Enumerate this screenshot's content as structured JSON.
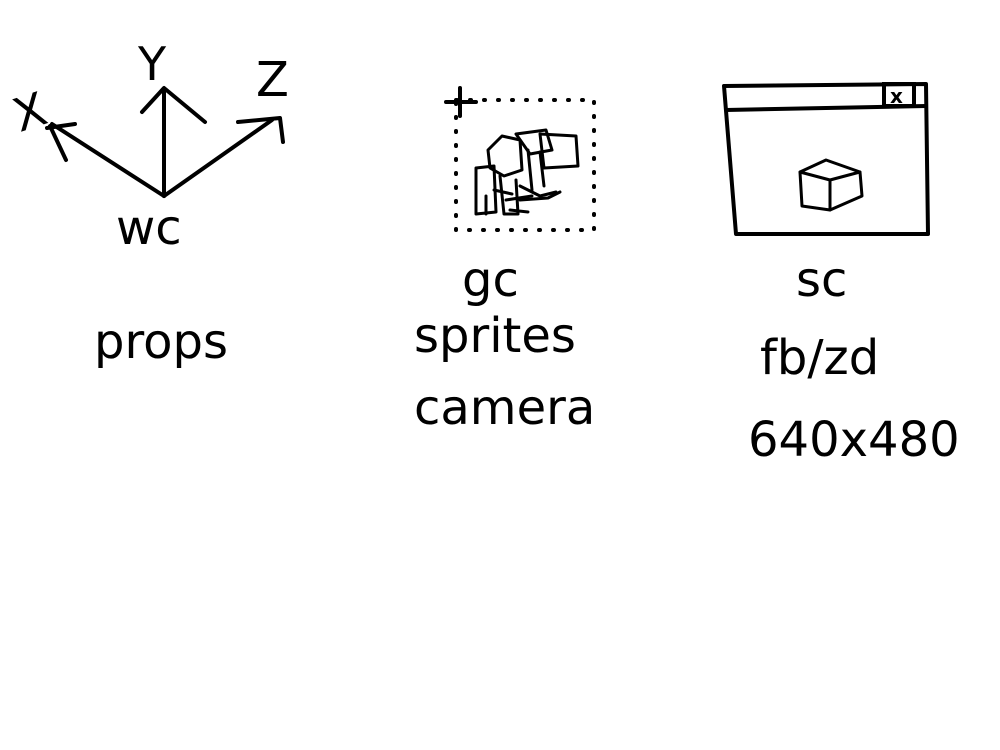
{
  "world": {
    "axis_x": "X",
    "axis_y": "Y",
    "axis_z": "Z",
    "code": "wc",
    "items": [
      "props"
    ]
  },
  "game": {
    "code": "gc",
    "items": [
      "sprites",
      "camera"
    ]
  },
  "screen": {
    "code": "sc",
    "items": [
      "fb/zd",
      "640x480"
    ],
    "close_glyph": "x"
  },
  "icons": [
    "coordinate-axes-icon",
    "sprite-bounds-icon",
    "origin-plus-icon",
    "window-icon",
    "close-icon",
    "cube-icon"
  ]
}
